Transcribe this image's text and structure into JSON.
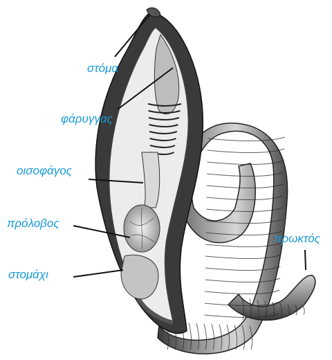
{
  "labels": {
    "mouth": "στόμα",
    "pharynx": "φάρυγγας",
    "esophagus": "οισοφάγος",
    "crop": "πρόλοβος",
    "stomach": "στομάχι",
    "anus": "πρωκτός"
  },
  "colors": {
    "label": "#1a9ad6",
    "leader": "#111111",
    "body_dark": "#2a2a2a",
    "body_mid": "#6e6e6e",
    "body_light": "#d8d8d8",
    "cut_interior": "#efefef"
  }
}
